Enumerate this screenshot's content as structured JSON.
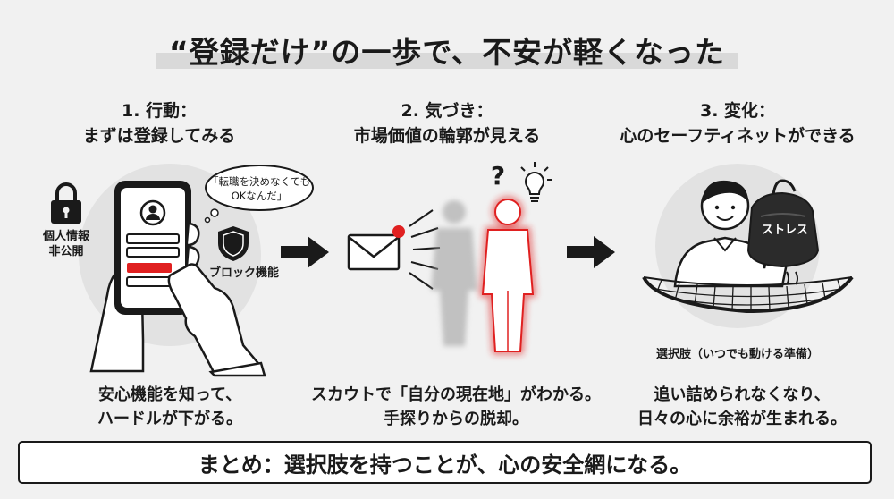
{
  "title": "“登録だけ”の一歩で、不安が軽くなった",
  "steps": [
    {
      "heading_line1": "1. 行動：",
      "heading_line2": "まずは登録してみる",
      "bubble_line1": "「転職を決めなくても",
      "bubble_line2": "OKなんだ」",
      "lock_label_line1": "個人情報",
      "lock_label_line2": "非公開",
      "shield_label": "ブロック機能",
      "caption_line1": "安心機能を知って、",
      "caption_line2": "ハードルが下がる。"
    },
    {
      "heading_line1": "2. 気づき：",
      "heading_line2": "市場価値の輪郭が見える",
      "question_mark": "?",
      "caption_line1": "スカウトで「自分の現在地」がわかる。",
      "caption_line2": "手探りからの脱却。"
    },
    {
      "heading_line1": "3. 変化：",
      "heading_line2": "心のセーフティネットができる",
      "bag_label": "ストレス",
      "net_label": "選択肢（いつでも動ける準備）",
      "caption_line1": "追い詰められなくなり、",
      "caption_line2": "日々の心に余裕が生まれる。"
    }
  ],
  "summary": "まとめ：選択肢を持つことが、心の安全網になる。",
  "colors": {
    "accent_red": "#e02020",
    "ink": "#1a1a1a",
    "background": "#f1f1f1"
  }
}
